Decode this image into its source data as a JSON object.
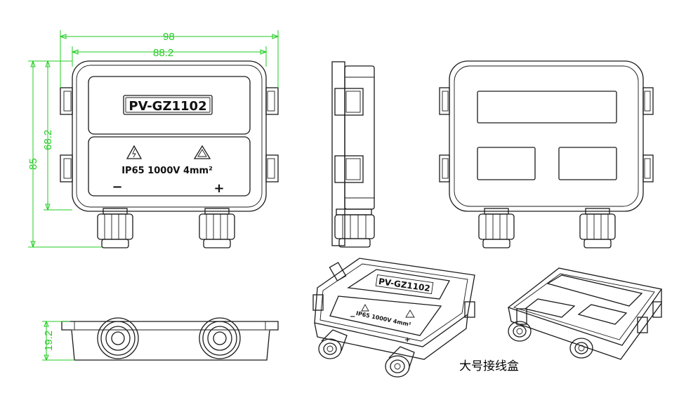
{
  "dimensions": {
    "overall_width": "98",
    "inner_width": "88.2",
    "overall_height": "85",
    "inner_height": "68.2",
    "depth": "19.2"
  },
  "front_label": {
    "model": "PV-GZ1102",
    "rating": "IP65 1000V 4mm²",
    "minus": "−",
    "plus": "+"
  },
  "iso_label": {
    "model": "PV-GZ1102",
    "rating": "IP65 1000V 4mm²",
    "minus": "−",
    "plus": "+"
  },
  "caption": "大号接线盒",
  "colors": {
    "dimension": "#22cc22",
    "line": "#1a1a1a"
  }
}
